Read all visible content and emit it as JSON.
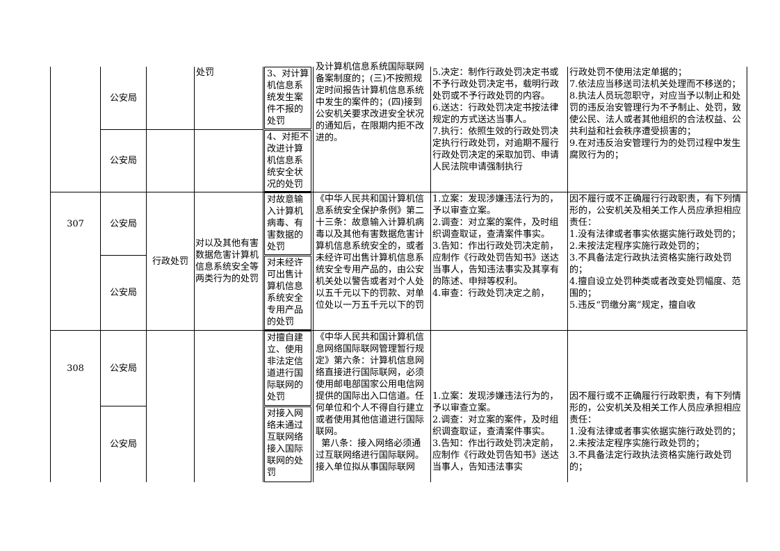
{
  "rows": [
    {
      "upper": {
        "num": "",
        "dept": "公安局",
        "item": "3、对计算机信息系统发生案件不报的处罚"
      },
      "lower": {
        "num": "",
        "dept": "公安局",
        "item": "4、对拒不改进计算机信息系统安全状况的处罚"
      },
      "category": "",
      "name": "处罚",
      "basis": "及计算机信息系统国际联网备案制度的；(三)不按照规定时间报告计算机信息系统中发生的案件的；(四)接到公安机关要求改进安全状况的通知后，在限期内拒不改进的。",
      "process": "5.决定：制作行政处罚决定书或不予行政处罚决定书，载明行政处罚或不予行政处罚的内容。\n6.送达：行政处罚决定书按法律规定的方式送达当事人。\n7.执行：依照生效的行政处罚决定执行行政处罚，对逾期不履行行政处罚决定的采取加罚、申请人民法院申请强制执行",
      "liability": "行政处罚不使用法定单据的；\n7.依法应当移送司法机关处理而不移送的；\n8.执法人员玩忽职守，对应当予以制止和处罚的违反治安管理行为不予制止、处罚，致使公民、法人或者其他组织的合法权益、公共利益和社会秩序遭受损害的；\n9.在对违反治安管理行为的处罚过程中发生腐败行为的；"
    },
    {
      "upper": {
        "num": "307",
        "dept": "公安局",
        "item": "对故意输入计算机病毒、有害数据的处罚"
      },
      "lower": {
        "num": "",
        "dept": "公安局",
        "item": "对未经许可出售计算机信息系统安全专用产品的处罚"
      },
      "category": "行政处罚",
      "name": "对以及其他有害数据危害计算机信息系统安全等两类行为的处罚",
      "basis": "《中华人民共和国计算机信息系统安全保护条例》第二十三条：故意输入计算机病毒以及其他有害数据危害计算机信息系统安全的，或者未经许可出售计算机信息系统安全专用产品的，由公安机关处以警告或者对个人处以五千元以下的罚款、对单位处以一万五千元以下的罚",
      "process": "1.立案：发现涉嫌违法行为的，予以审查立案。\n2.调查：对立案的案件，及时组织调查取证，查清案件事实。\n3.告知：作出行政处罚决定前，应制作《行政处罚告知书》送达当事人，告知违法事实及其享有的陈述、申辩等权利。\n4.审查：行政处罚决定之前，",
      "liability": "因不履行或不正确履行行政职责，有下列情形的，公安机关及相关工作人员应承担相应责任：\n1.没有法律或者事实依据实施行政处罚的；\n2.未按法定程序实施行政处罚的；\n3.不具备法定行政执法资格实施行政处罚的；\n4.擅自设立处罚种类或者改变处罚幅度、范围的；\n5.违反“罚缴分离”规定，擅自收"
    },
    {
      "upper": {
        "num": "308",
        "dept": "公安局",
        "item": "对擅自建立、使用非法定信道进行国际联网的处罚"
      },
      "lower": {
        "num": "",
        "dept": "公安局",
        "item": "对接入网络未通过互联网络接入国际联网的处罚"
      },
      "category": "",
      "name": "",
      "basis": "《中华人民共和国计算机信息网络国际联网管理暂行规定》第六条：计算机信息网络直接进行国际联网，必须使用邮电部国家公用电信网提供的国际出入口信道。任何单位和个人不得自行建立或者使用其他信道进行国际联网。\n  第八条：接入网络必须通过互联网络进行国际联网。接入单位拟从事国际联网",
      "process": "\n\n\n\n\n1.立案：发现涉嫌违法行为的，予以审查立案。\n2.调查：对立案的案件，及时组织调查取证，查清案件事实。\n3.告知：作出行政处罚决定前，应制作《行政处罚告知书》送达当事人，告知违法事实",
      "liability": "\n\n\n\n\n因不履行或不正确履行行政职责，有下列情形的，公安机关及相关工作人员应承担相应责任：\n1.没有法律或者事实依据实施行政处罚的；\n2.未按法定程序实施行政处罚的；\n3.不具备法定行政执法资格实施行政处罚的；"
    }
  ]
}
